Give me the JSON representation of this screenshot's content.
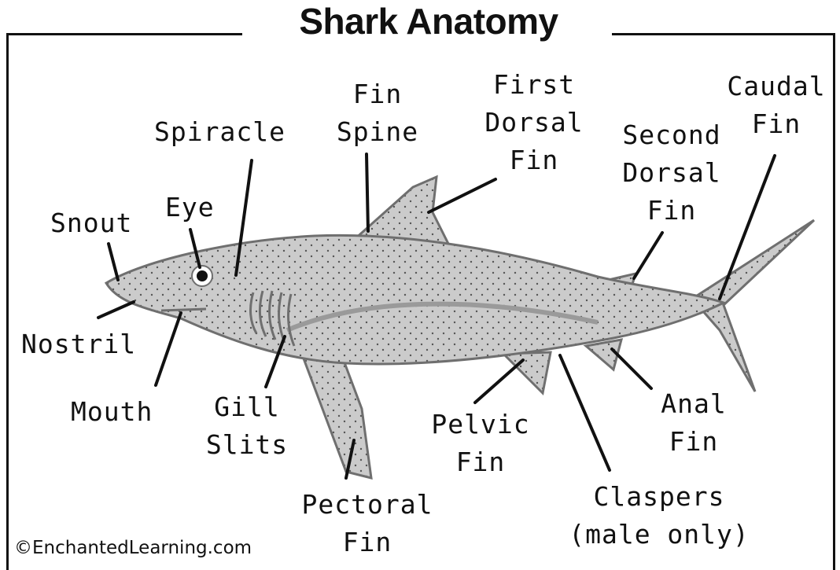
{
  "title": "Shark Anatomy",
  "copyright": "©EnchantedLearning.com",
  "labels": {
    "snout": "Snout",
    "eye": "Eye",
    "spiracle": "Spiracle",
    "fin_spine": [
      "Fin",
      "Spine"
    ],
    "first_dorsal_fin": [
      "First",
      "Dorsal",
      "Fin"
    ],
    "second_dorsal_fin": [
      "Second",
      "Dorsal",
      "Fin"
    ],
    "caudal_fin": [
      "Caudal",
      "Fin"
    ],
    "nostril": "Nostril",
    "mouth": "Mouth",
    "gill_slits": [
      "Gill",
      "Slits"
    ],
    "pectoral_fin": [
      "Pectoral",
      "Fin"
    ],
    "pelvic_fin": [
      "Pelvic",
      "Fin"
    ],
    "claspers": [
      "Claspers",
      "(male only)"
    ],
    "anal_fin": [
      "Anal",
      "Fin"
    ]
  },
  "colors": {
    "body": "#c9c9c9",
    "outline": "#6f6f6f",
    "line": "#111111"
  }
}
